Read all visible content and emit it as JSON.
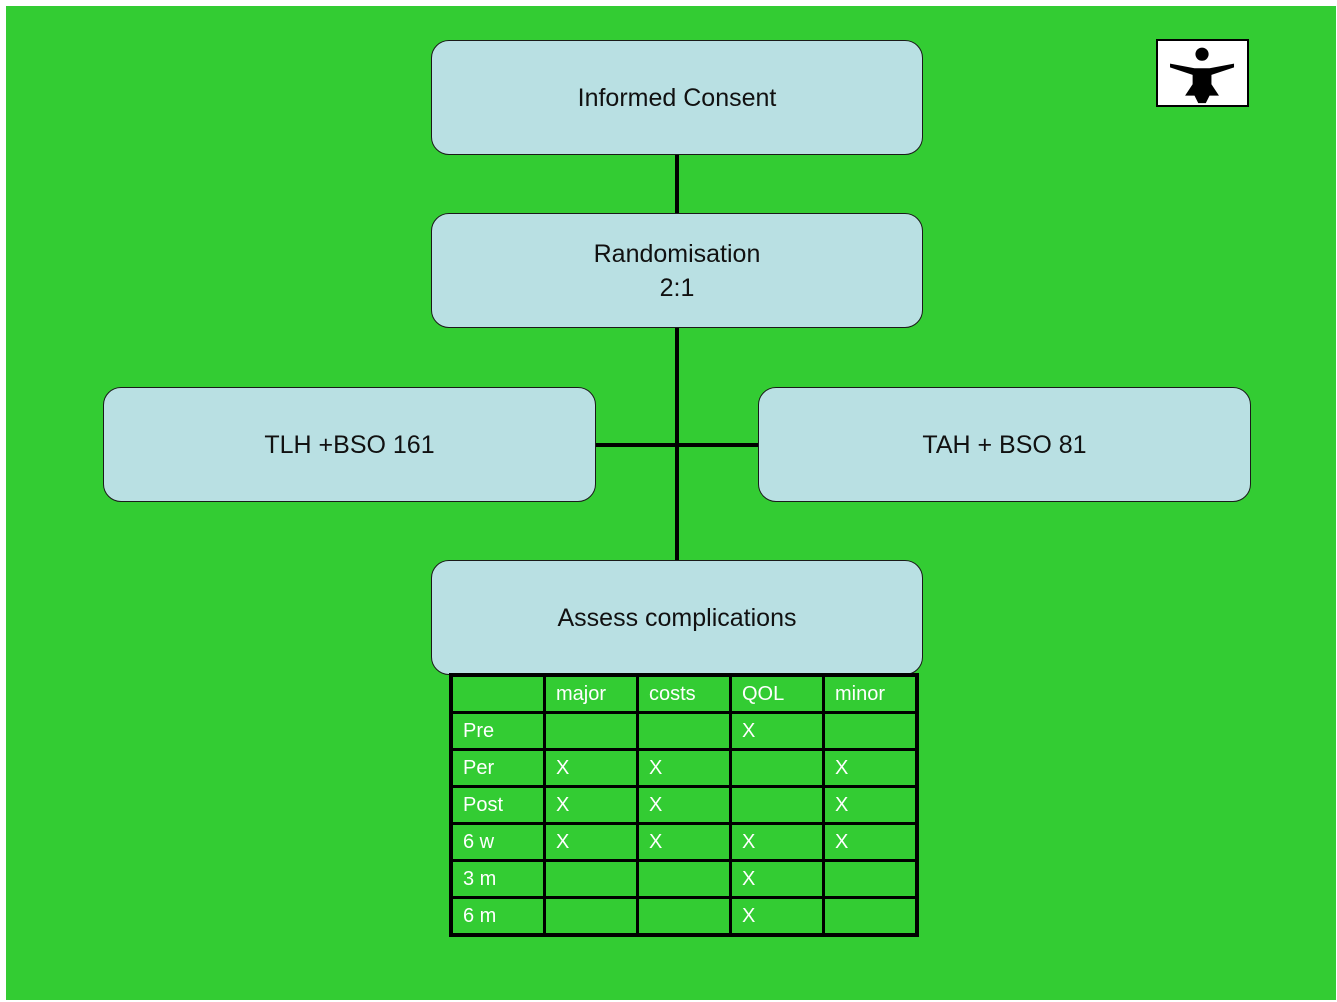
{
  "flow": {
    "consent": "Informed Consent",
    "randomisation": {
      "title": "Randomisation",
      "ratio": "2:1"
    },
    "arm_left": "TLH +BSO 161",
    "arm_right": "TAH + BSO 81",
    "assess": "Assess complications"
  },
  "logo": {
    "icon": "woman-figure-icon"
  },
  "table": {
    "columns": [
      "",
      "major",
      "costs",
      "QOL",
      "minor"
    ],
    "rows": [
      {
        "label": "Pre",
        "cells": [
          "",
          "",
          "X",
          ""
        ]
      },
      {
        "label": "Per",
        "cells": [
          "X",
          "X",
          "",
          "X"
        ]
      },
      {
        "label": "Post",
        "cells": [
          "X",
          "X",
          "",
          "X"
        ]
      },
      {
        "label": "6 w",
        "cells": [
          "X",
          "X",
          "X",
          "X"
        ]
      },
      {
        "label": "3 m",
        "cells": [
          "",
          "",
          "X",
          ""
        ]
      },
      {
        "label": "6 m",
        "cells": [
          "",
          "",
          "X",
          ""
        ]
      }
    ]
  },
  "colors": {
    "background": "#33cc33",
    "box_fill": "#b9e0e3",
    "line": "#000000",
    "table_text": "#ffffff"
  }
}
